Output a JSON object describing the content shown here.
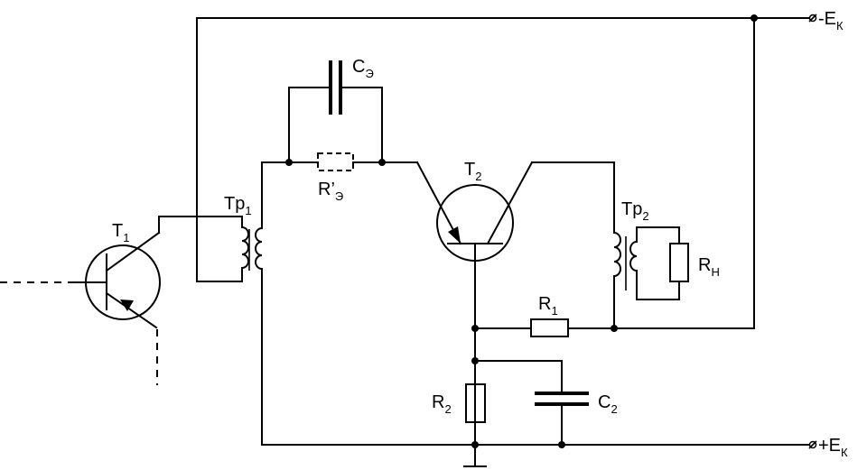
{
  "labels": {
    "t1": "T",
    "t1_sub": "1",
    "t2": "T",
    "t2_sub": "2",
    "tr1": "Tp",
    "tr1_sub": "1",
    "tr2": "Tp",
    "tr2_sub": "2",
    "ce": "C",
    "ce_sub": "Э",
    "re": "R’",
    "re_sub": "Э",
    "rn": "R",
    "rn_sub": "Н",
    "r1": "R",
    "r1_sub": "1",
    "r2": "R",
    "r2_sub": "2",
    "c2": "C",
    "c2_sub": "2",
    "ek_neg": "-E",
    "ek_neg_sub": "К",
    "ek_pos": "+E",
    "ek_pos_sub": "К"
  }
}
